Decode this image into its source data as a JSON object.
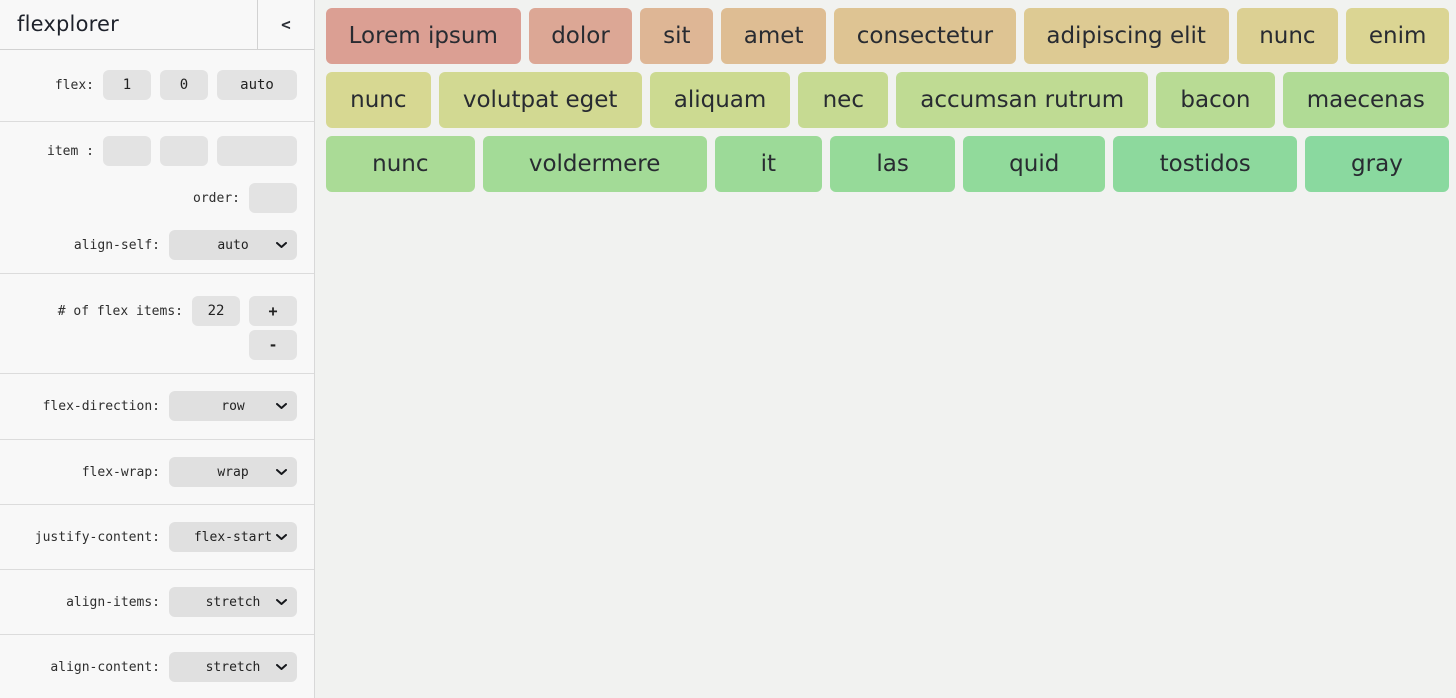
{
  "app": {
    "title": "flexplorer",
    "collapse_button": "<"
  },
  "sidebar": {
    "flex": {
      "label": "flex:",
      "grow": "1",
      "shrink": "0",
      "basis": "auto"
    },
    "item": {
      "label": "item :",
      "grow": "",
      "shrink": "",
      "basis": ""
    },
    "order": {
      "label": "order:",
      "value": ""
    },
    "align_self": {
      "label": "align-self:",
      "value": "auto"
    },
    "num_items": {
      "label": "# of flex items:",
      "value": "22",
      "increment": "+",
      "decrement": "-"
    },
    "flex_direction": {
      "label": "flex-direction:",
      "value": "row"
    },
    "flex_wrap": {
      "label": "flex-wrap:",
      "value": "wrap"
    },
    "justify_content": {
      "label": "justify-content:",
      "value": "flex-start"
    },
    "align_items": {
      "label": "align-items:",
      "value": "stretch"
    },
    "align_content": {
      "label": "align-content:",
      "value": "stretch"
    }
  },
  "main": {
    "rows": [
      [
        {
          "label": "Lorem ipsum",
          "color": "#db9f93"
        },
        {
          "label": "dolor",
          "color": "#dca795"
        },
        {
          "label": "sit",
          "color": "#deb695"
        },
        {
          "label": "amet",
          "color": "#debd93"
        },
        {
          "label": "consectetur",
          "color": "#dec493"
        },
        {
          "label": "adipiscing elit",
          "color": "#ddca93"
        },
        {
          "label": "nunc",
          "color": "#dcd093"
        },
        {
          "label": "enim",
          "color": "#dbd593"
        }
      ],
      [
        {
          "label": "nunc",
          "color": "#d7d892"
        },
        {
          "label": "volutpat eget",
          "color": "#d2d992"
        },
        {
          "label": "aliquam",
          "color": "#ccda91"
        },
        {
          "label": "nec",
          "color": "#c6da92"
        },
        {
          "label": "accumsan rutrum",
          "color": "#bfdb93"
        },
        {
          "label": "bacon",
          "color": "#b8db94"
        },
        {
          "label": "maecenas",
          "color": "#b0db95"
        }
      ],
      [
        {
          "label": "nunc",
          "color": "#aadb96"
        },
        {
          "label": "voldermere",
          "color": "#a3db97"
        },
        {
          "label": "it",
          "color": "#9cda98"
        },
        {
          "label": "las",
          "color": "#96da99"
        },
        {
          "label": "quid",
          "color": "#91da9b"
        },
        {
          "label": "tostidos",
          "color": "#8dd99d"
        },
        {
          "label": "gray",
          "color": "#8ad99f"
        }
      ]
    ]
  }
}
